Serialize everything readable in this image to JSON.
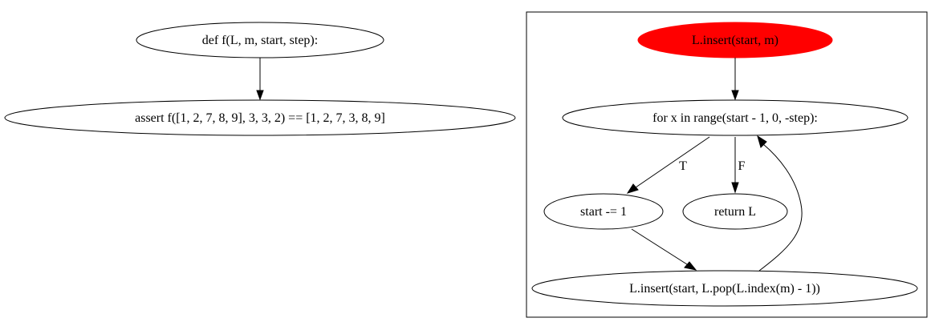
{
  "nodes": {
    "def_f": "def f(L, m, start, step):",
    "assert_call": "assert f([1, 2, 7, 8, 9], 3, 3, 2) == [1, 2, 7, 3, 8, 9]",
    "insert_start_m": "L.insert(start, m)",
    "for_loop": "for x in range(start - 1, 0, -step):",
    "start_decrement": "start -= 1",
    "return_l": "return L",
    "insert_pop": "L.insert(start, L.pop(L.index(m) - 1))"
  },
  "edge_labels": {
    "true_branch": "T",
    "false_branch": "F"
  },
  "colors": {
    "highlight_node": "#ff0000",
    "stroke": "#000000",
    "background": "#ffffff"
  }
}
